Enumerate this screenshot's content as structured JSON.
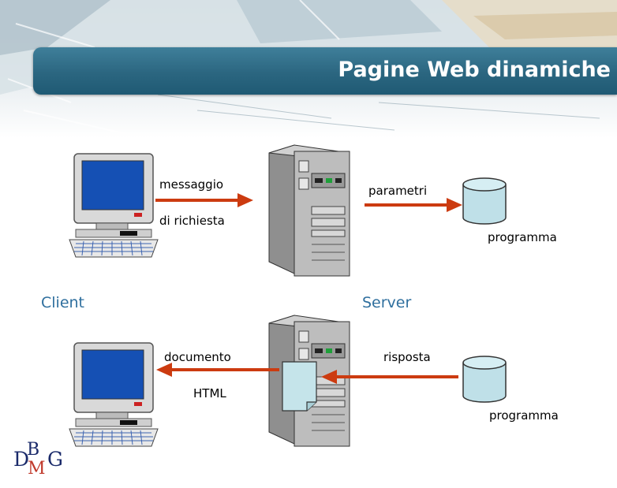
{
  "slide": {
    "title": "Pagine Web dinamiche"
  },
  "request": {
    "label_line1": "messaggio",
    "label_line2": "di richiesta",
    "params_label": "parametri",
    "program_label": "programma"
  },
  "roles": {
    "client": "Client",
    "server": "Server"
  },
  "response": {
    "doc_line1": "documento",
    "doc_line2": "HTML",
    "reply_label": "risposta",
    "program_label": "programma"
  },
  "logo": {
    "text": "DBMG"
  },
  "colors": {
    "title_bar": "#2b6680",
    "arrow": "#cc3b10",
    "role_text": "#2f6f9e",
    "cylinder": "#bfe0e8",
    "document": "#c5e4ea"
  }
}
